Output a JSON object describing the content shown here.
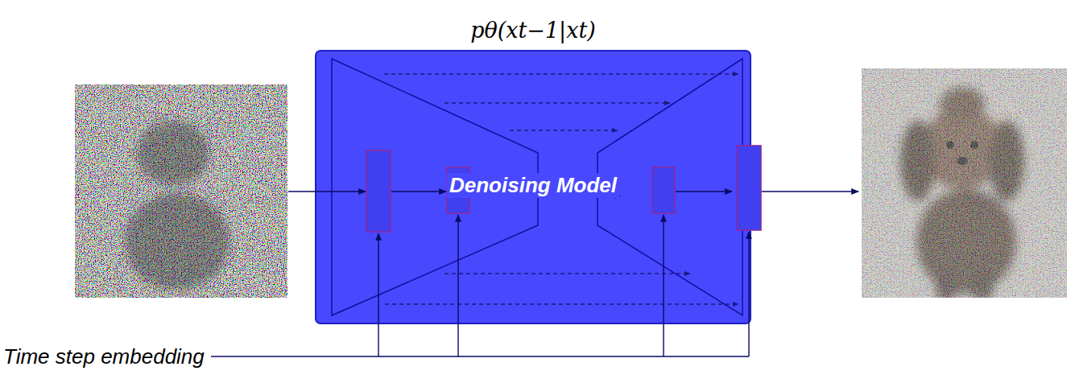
{
  "diagram": {
    "nodes": [
      {
        "text": [
          "pθ(xt−1|xt)",
          "Denoising Model"
        ]
      }
    ],
    "labels": [
      "Time step embedding"
    ]
  }
}
